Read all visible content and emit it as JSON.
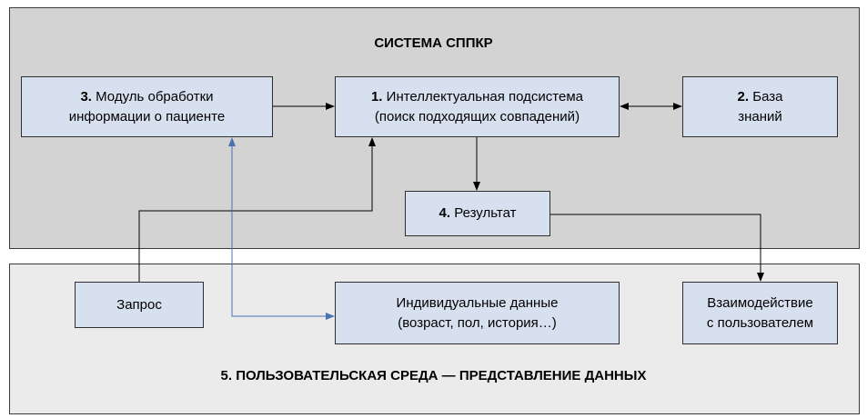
{
  "system": {
    "title": "СИСТЕМА СППКР",
    "nodes": {
      "module": {
        "num": "3.",
        "line1": "Модуль обработки",
        "line2": "информации о пациенте"
      },
      "intel": {
        "num": "1.",
        "line1": "Интеллектуальная подсистема",
        "line2": "(поиск подходящих совпадений)"
      },
      "base": {
        "num": "2.",
        "line1": "База",
        "line2": "знаний"
      },
      "result": {
        "num": "4.",
        "line1": "Результат"
      }
    }
  },
  "user_env": {
    "title": "5. ПОЛЬЗОВАТЕЛЬСКАЯ СРЕДА — ПРЕДСТАВЛЕНИЕ ДАННЫХ",
    "nodes": {
      "query": {
        "line1": "Запрос"
      },
      "individual": {
        "line1": "Индивидуальные данные",
        "line2": "(возраст, пол, история…)"
      },
      "interaction": {
        "line1": "Взаимодействие",
        "line2": "с пользователем"
      }
    }
  },
  "colors": {
    "system_bg": "#d3d3d3",
    "user_bg": "#ebebeb",
    "box_fill": "#d7e0ef",
    "line": "#000000",
    "blue_line": "#4a72b0"
  }
}
